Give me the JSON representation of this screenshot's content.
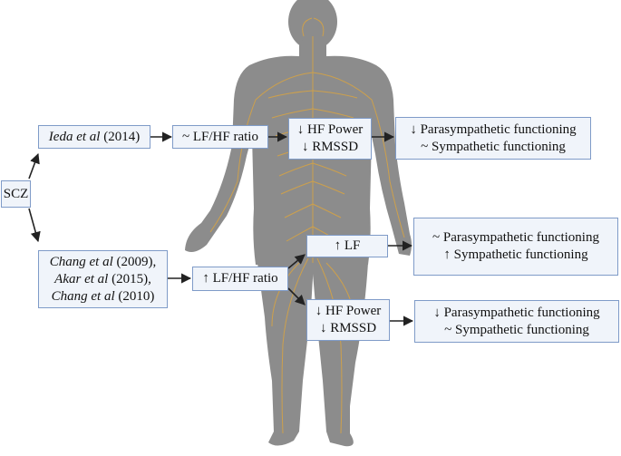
{
  "root": {
    "label": "SCZ"
  },
  "study_top": {
    "author": "Ieda et al",
    "year": "(2014)"
  },
  "studies_bottom": [
    {
      "author": "Chang et al",
      "year": "(2009),",
      "sep": " "
    },
    {
      "author": "Akar et al",
      "year": "(2015),",
      "sep": " "
    },
    {
      "author": "Chang et al",
      "year": "(2010)",
      "sep": " "
    }
  ],
  "top_ratio": {
    "label": "~ LF/HF ratio"
  },
  "top_hrv": {
    "line1": "↓ HF Power",
    "line2": "↓ RMSSD"
  },
  "top_outcome": {
    "line1": "↓ Parasympathetic functioning",
    "line2": "~ Sympathetic functioning"
  },
  "bottom_ratio": {
    "label": "↑ LF/HF ratio"
  },
  "lf_box": {
    "label": "↑ LF"
  },
  "lf_outcome": {
    "line1": "~ Parasympathetic functioning",
    "line2": "↑ Sympathetic functioning"
  },
  "bottom_hrv": {
    "line1": "↓ HF Power",
    "line2": "↓ RMSSD"
  },
  "bottom_outcome": {
    "line1": "↓ Parasympathetic functioning",
    "line2": "~ Sympathetic functioning"
  },
  "colors": {
    "body": "#8c8c8c",
    "nerves": "#d9a441",
    "box_fill": "#f0f4fa",
    "box_border": "#7f9bc8",
    "arrow": "#222222"
  }
}
